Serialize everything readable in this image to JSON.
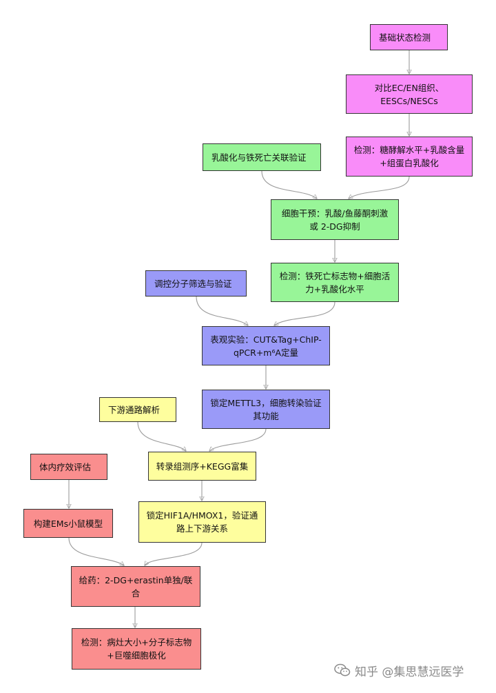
{
  "colors": {
    "pink": "#f98cf9",
    "green": "#98f598",
    "purple": "#9a9af8",
    "yellow": "#fefe9e",
    "red": "#fa8e8e",
    "edge": "#9a9a9a",
    "border": "#333333"
  },
  "nodes": {
    "n1": "基础状态检测",
    "n2": "对比EC/EN组织、EESCs/NESCs",
    "n3": "检测：糖酵解水平+乳酸含量+组蛋白乳酸化",
    "n4": "乳酸化与铁死亡关联验证",
    "n5": "细胞干预：乳酸/鱼藤酮刺激 或 2-DG抑制",
    "n6": "检测：铁死亡标志物+细胞活力+乳酸化水平",
    "n7": "调控分子筛选与验证",
    "n8": "表观实验：CUT&Tag+ChIP-qPCR+m⁶A定量",
    "n9": "锁定METTL3，细胞转染验证其功能",
    "n10": "下游通路解析",
    "n11": "转录组测序+KEGG富集",
    "n12": "锁定HIF1A/HMOX1，验证通路上下游关系",
    "n13": "体内疗效评估",
    "n14": "构建EMs小鼠模型",
    "n15": "给药：2-DG+erastin单独/联合",
    "n16": "检测：病灶大小+分子标志物+巨噬细胞极化"
  },
  "watermark": {
    "text": "知乎 @集思慧远医学",
    "icon": "wechat-logo-icon"
  }
}
